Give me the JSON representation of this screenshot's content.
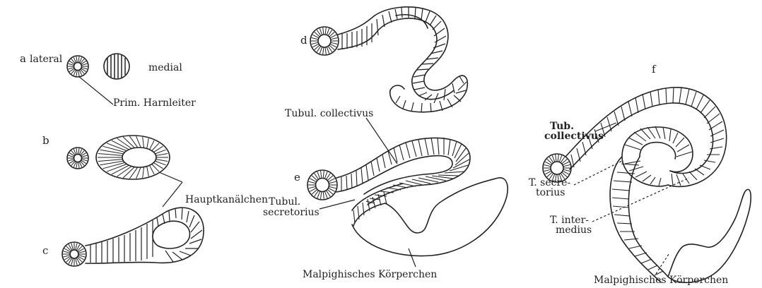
{
  "panel_letters": {
    "a": "a",
    "b": "b",
    "c": "c",
    "d": "d",
    "e": "e",
    "f": "f"
  },
  "labels": {
    "lateral": "lateral",
    "medial": "medial",
    "prim_harnleiter": "Prim. Harnleiter",
    "hauptkanalchen": "Hauptkanälchen",
    "tubul_collectivus": "Tubul. collectivus",
    "tubul_secretorius_1": "Tubul.",
    "tubul_secretorius_2": "secretorius",
    "malpighi_e": "Malpighisches Körperchen",
    "tub_collectivus_1": "Tub.",
    "tub_collectivus_2": "collectivus",
    "t_secretorius_1": "T. secre-",
    "t_secretorius_2": "torius",
    "t_intermedius_1": "T. inter-",
    "t_intermedius_2": "medius",
    "malpighi_f": "Malpighisches Körperchen"
  }
}
